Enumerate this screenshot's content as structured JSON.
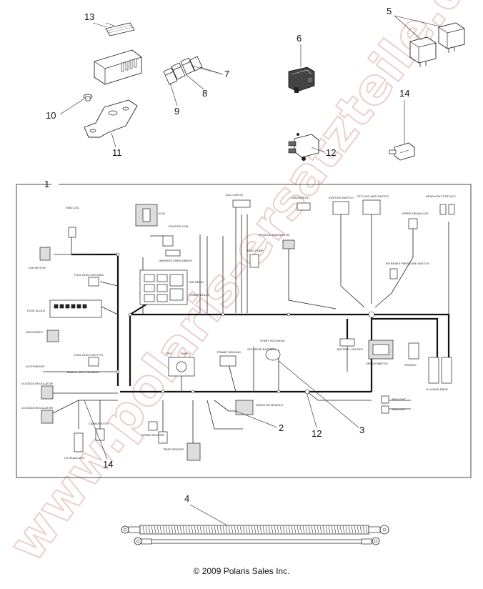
{
  "callouts": {
    "c1": "1",
    "c2": "2",
    "c3": "3",
    "c4": "4",
    "c5": "5",
    "c6": "6",
    "c7": "7",
    "c8": "8",
    "c9": "9",
    "c10": "10",
    "c11": "11",
    "c12a": "12",
    "c12b": "12",
    "c13": "13",
    "c14a": "14",
    "c14b": "14"
  },
  "labels": {
    "hub_coil": "HUB COIL",
    "fan_motor": "FAN MOTOR",
    "fuel_injector_mag": "FUEL INJECTOR MAG",
    "fuse_block": "FUSE BLOCK",
    "diagnostic": "DIAGNOSTIC",
    "fuel_injector_pto": "FUEL INJECTOR PTO",
    "alternator": "ALTERNATOR",
    "voltage_regulator_1": "VOLTAGE REGULATOR",
    "voltage_regulator_2": "VOLTAGE REGULATOR",
    "lh_headlight": "LH HEADLIGHT",
    "brake_light_sensor": "BRAKE LIGHT SENSOR",
    "ignition_coil": "IGNITION COIL",
    "ecm": "ECM",
    "acc_lights": "ACC LIGHTS",
    "harness_enrichment": "HARNESS ENRICHMENT",
    "fan_relay": "FAN RELAY",
    "power_relay": "POWER RELAY",
    "fuel_pump": "FUEL PUMP",
    "eps_diagnostic": "EPS/ECU DIAGNOSTIC",
    "diagnostic_top": "DIAGNOSTIC",
    "ignition_switch": "IGNITION SWITCH",
    "stc_awd_switch": "STC AND AWD SWITCH",
    "headlight_pod_acc": "HEADLIGHT POD ACC",
    "upper_headlight": "UPPER HEADLIGHT",
    "rh_brake_pressure": "RH BRAKE PRESSURE SWITCH",
    "solenoid_battery": "SOLENOID BATTERY",
    "start_solenoid": "START SOLENOID",
    "frame_ground": "FRAME GROUND",
    "battery_holder": "BATTERY HOLDER",
    "speedometer": "SPEEDOMETER",
    "speedo": "SPEEDO",
    "lh_handlebar": "LH HANDLEBAR",
    "taillight_1": "TAILLIGHT",
    "taillight_2": "TAILLIGHT",
    "injector_module": "INJECTOR MODULE",
    "temp_sensor": "TEMP SENSOR",
    "speed_sensor": "SPEED SENSOR",
    "carb": "CARBURETOR",
    "tps": "TPS",
    "tmap": "TMAP"
  },
  "copyright": "© 2009 Polaris Sales Inc.",
  "watermark": "www.polaris-ersatzteile.de"
}
